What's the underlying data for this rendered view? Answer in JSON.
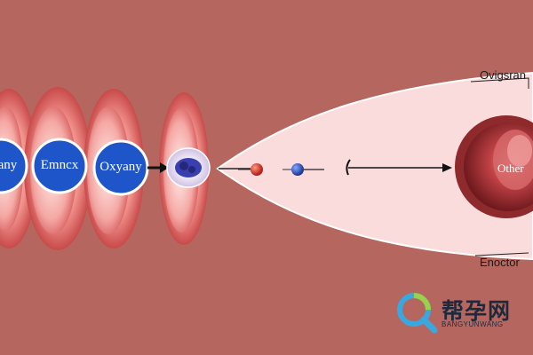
{
  "labels": {
    "circle_1": "Oany",
    "circle_2": "Emncx",
    "circle_3": "Oxyany",
    "top_right": "Ovigsran",
    "organ": "Other",
    "bottom_right": "Enoctor"
  },
  "watermark": {
    "brand": "帮孕网",
    "sub": "BANGYUNWANG"
  },
  "colors": {
    "background": "#b5675f",
    "funnel": "#fbdcdc",
    "circle_blue": "#1e55c8",
    "sperm_red": "#d8352a",
    "sperm_blue": "#2a4fb5",
    "organ_dark": "#8e2a2c"
  }
}
